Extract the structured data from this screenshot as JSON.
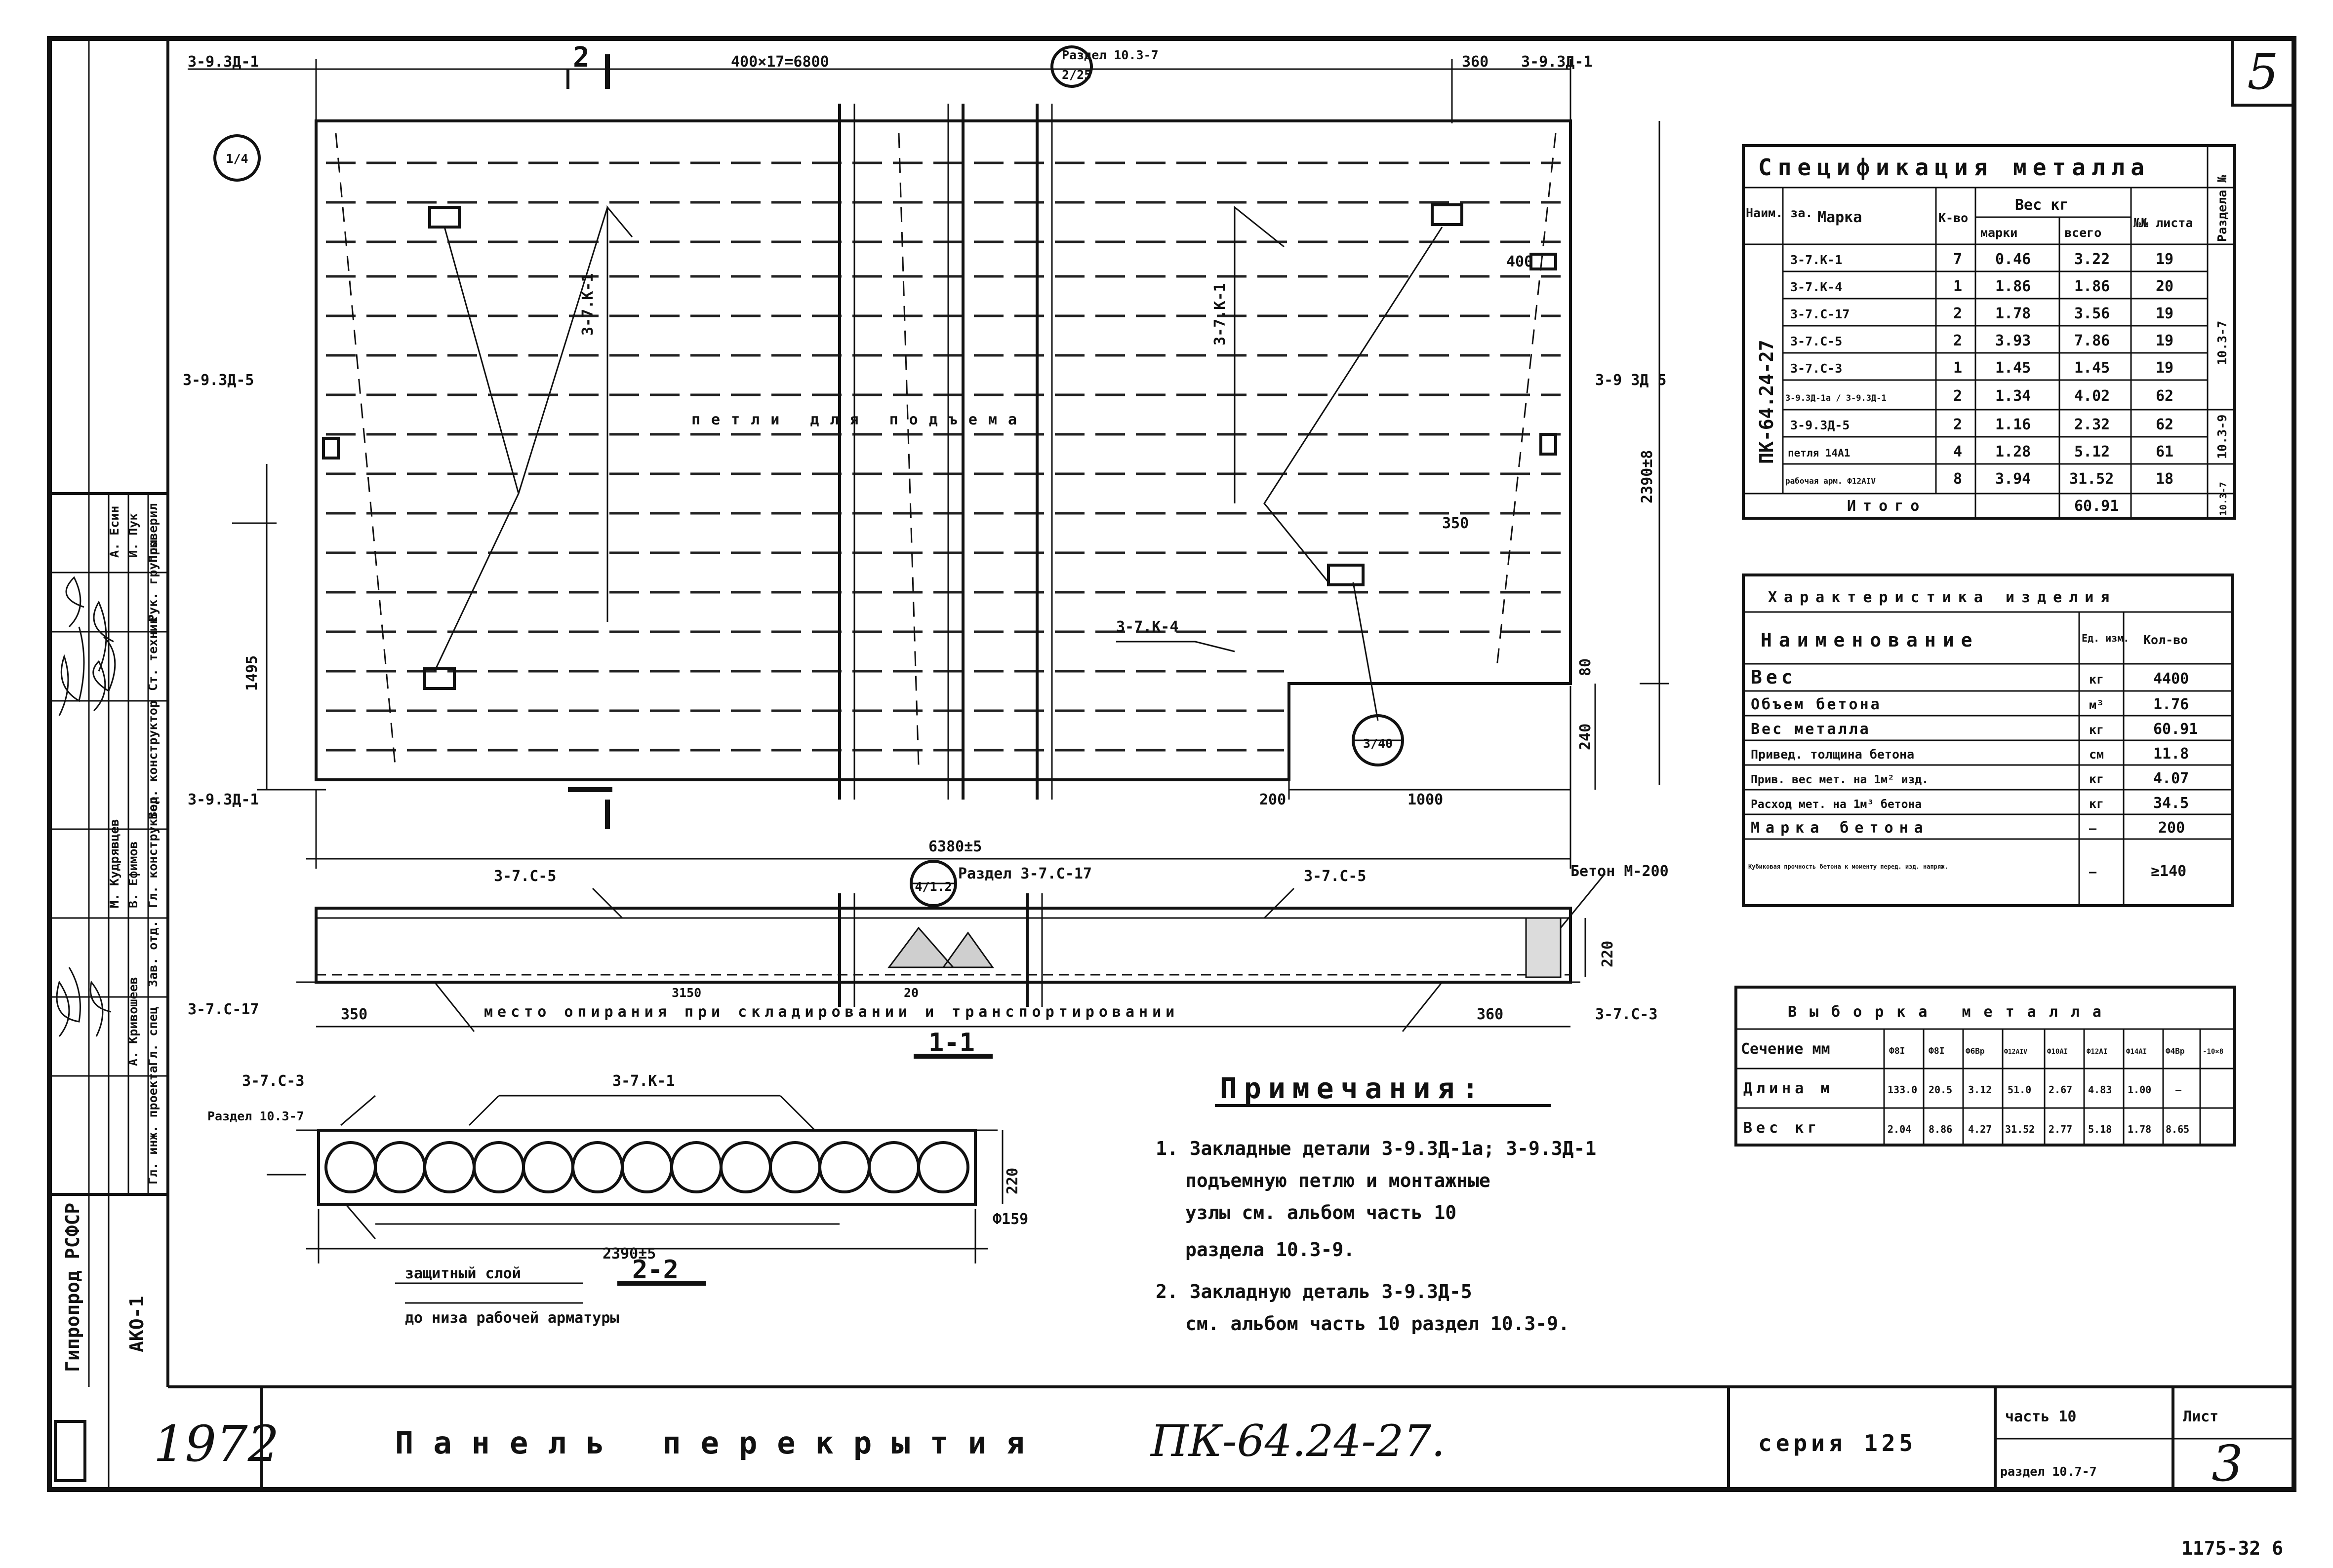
{
  "sheet": {
    "sheet_corner_number": "5",
    "year": "1972",
    "title_prefix": "Панель перекрытия",
    "title_mark": "ПК-64.24-27.",
    "series": "серия 125",
    "part": "часть 10",
    "section": "раздел 10.7-7",
    "list_label": "Лист",
    "list_number": "3",
    "bottom_code": "1175-32  6",
    "side_org": "Гипропрод РСФСР",
    "side_album": "АКО-1"
  },
  "stamp": {
    "roles": [
      "Гл. инж. проекта",
      "Гл. спец",
      "Зав. отд.",
      "Гл. конструктор",
      "Вед. конструктор",
      "Ст. техник",
      "Рук. группы",
      "Проверил"
    ],
    "names": [
      "И. Пук",
      "А. Есин",
      "А. Кривошеев",
      "В. Ефимов",
      "М. Кудрявцев"
    ]
  },
  "plan": {
    "lbl_top_left": "3-9.3Д-1",
    "lbl_section_2": "2",
    "dim_top": "400×17=6800",
    "lbl_razdel_top": "Раздел 10.3-7",
    "lbl_razdel_top_circle": "2/25",
    "dim_360": "360",
    "lbl_top_right": "3-9.3Д-1",
    "circle_left": "1/4",
    "lbl_kk1": "3-7.К-1",
    "lbl_kk1b": "3-7.К-1",
    "lbl_left_mid": "3-9.3Д-5",
    "lbl_right_mid": "3-9 3Д 5",
    "loop_text": "петли для подъема",
    "dim_1495": "1495",
    "dim_2390": "2390±8",
    "dim_350": "350",
    "dim_400": "400",
    "lbl_kk4": "3-7.К-4",
    "circle_3": "3/40",
    "dim_240": "240",
    "dim_80": "80",
    "dim_200": "200",
    "dim_1000": "1000",
    "lbl_bottom_left": "3-9.3Д-1",
    "dim_6380": "6380±5"
  },
  "section11": {
    "lbl_c5_left": "3-7.С-5",
    "lbl_c5_right": "3-7.С-5",
    "lbl_c17": "Раздел 3-7.С-17",
    "circle_4": "4/1.2",
    "lbl_beton": "Бетон М-200",
    "lbl_c17_left": "3-7.С-17",
    "dim_3150": "3150",
    "dim_20": "20",
    "dim_350_left": "350",
    "dim_350_right": "360",
    "support_text": "место опирания при складировании и транспортировании",
    "lbl_c3_right": "3-7.С-3",
    "dim_220": "220",
    "section_name": "1-1"
  },
  "section22": {
    "lbl_c3": "3-7.С-3",
    "lbl_razdel": "Раздел 10.3-7",
    "lbl_k1": "3-7.К-1",
    "dim_220": "220",
    "dim_width": "2390±5",
    "dim_159": "Ф159",
    "section_name": "2-2",
    "protective_layer_1": "защитный слой",
    "protective_layer_2": "до низа рабочей арматуры"
  },
  "notes": {
    "heading": "Примечания:",
    "n1_a": "1. Закладные детали 3-9.3Д-1а; 3-9.3Д-1",
    "n1_b": "подъемную петлю и монтажные",
    "n1_c": "узлы см. альбом часть 10",
    "n1_d": "раздела 10.3-9.",
    "n2_a": "2. Закладную деталь 3-9.3Д-5",
    "n2_b": "см. альбом часть 10 раздел 10.3-9."
  },
  "spec": {
    "title": "Спецификация металла",
    "h_name": "Наим. за.",
    "h_mark": "Марка",
    "h_qty": "К-во",
    "h_weight": "Вес кг",
    "h_w_mark": "марки",
    "h_w_total": "всего",
    "h_sheet": "№№ листа",
    "h_section": "Раздела №",
    "product": "ПК-64.24-27",
    "rows": [
      {
        "mark": "3-7.К-1",
        "qty": "7",
        "wm": "0.46",
        "wt": "3.22",
        "sheet": "19"
      },
      {
        "mark": "3-7.К-4",
        "qty": "1",
        "wm": "1.86",
        "wt": "1.86",
        "sheet": "20"
      },
      {
        "mark": "3-7.С-17",
        "qty": "2",
        "wm": "1.78",
        "wt": "3.56",
        "sheet": "19"
      },
      {
        "mark": "3-7.С-5",
        "qty": "2",
        "wm": "3.93",
        "wt": "7.86",
        "sheet": "19"
      },
      {
        "mark": "3-7.С-3",
        "qty": "1",
        "wm": "1.45",
        "wt": "1.45",
        "sheet": "19"
      },
      {
        "mark": "3-9.3Д-1а / 3-9.3Д-1",
        "qty": "2",
        "wm": "1.34",
        "wt": "4.02",
        "sheet": "62"
      },
      {
        "mark": "3-9.3Д-5",
        "qty": "2",
        "wm": "1.16",
        "wt": "2.32",
        "sheet": "62"
      },
      {
        "mark": "петля 14А1",
        "qty": "4",
        "wm": "1.28",
        "wt": "5.12",
        "sheet": "61"
      },
      {
        "mark": "рабочая арм. Ф12АIV",
        "qty": "8",
        "wm": "3.94",
        "wt": "31.52",
        "sheet": "18"
      }
    ],
    "sec_1": "10.3-7",
    "sec_2": "10.3-9",
    "sec_3": "10.3-7",
    "total_label": "Итого",
    "total_value": "60.91"
  },
  "char": {
    "title": "Характеристика изделия",
    "h_name": "Наименование",
    "h_unit": "Ед. изм.",
    "h_value": "Кол-во",
    "rows": [
      {
        "name": "Вес",
        "unit": "кг",
        "value": "4400"
      },
      {
        "name": "Объем бетона",
        "unit": "м³",
        "value": "1.76"
      },
      {
        "name": "Вес металла",
        "unit": "кг",
        "value": "60.91"
      },
      {
        "name": "Привед. толщина бетона",
        "unit": "см",
        "value": "11.8"
      },
      {
        "name": "Прив. вес мет. на 1м² изд.",
        "unit": "кг",
        "value": "4.07"
      },
      {
        "name": "Расход мет. на 1м³ бетона",
        "unit": "кг",
        "value": "34.5"
      },
      {
        "name": "Марка бетона",
        "unit": "—",
        "value": "200"
      },
      {
        "name": "Кубиковая прочность бетона к моменту перед. изд. напряж.",
        "unit": "—",
        "value": "≥140"
      }
    ]
  },
  "select": {
    "title": "Выборка металла",
    "cols": [
      "Сечение мм",
      "Ф8I",
      "Ф8I",
      "Ф6Вр",
      "Ф12АIV",
      "Ф10АI",
      "Ф12АI",
      "Ф14АI",
      "Ф4Вр",
      "-10×8"
    ],
    "r1_label": "Длина м",
    "r1": [
      "133.0",
      "20.5",
      "3.12",
      "51.0",
      "2.67",
      "4.83",
      "1.00",
      "—"
    ],
    "r2_label": "Вес кг",
    "r2": [
      "2.04",
      "8.86",
      "4.27",
      "31.52",
      "2.77",
      "5.18",
      "1.78",
      "8.65"
    ]
  }
}
